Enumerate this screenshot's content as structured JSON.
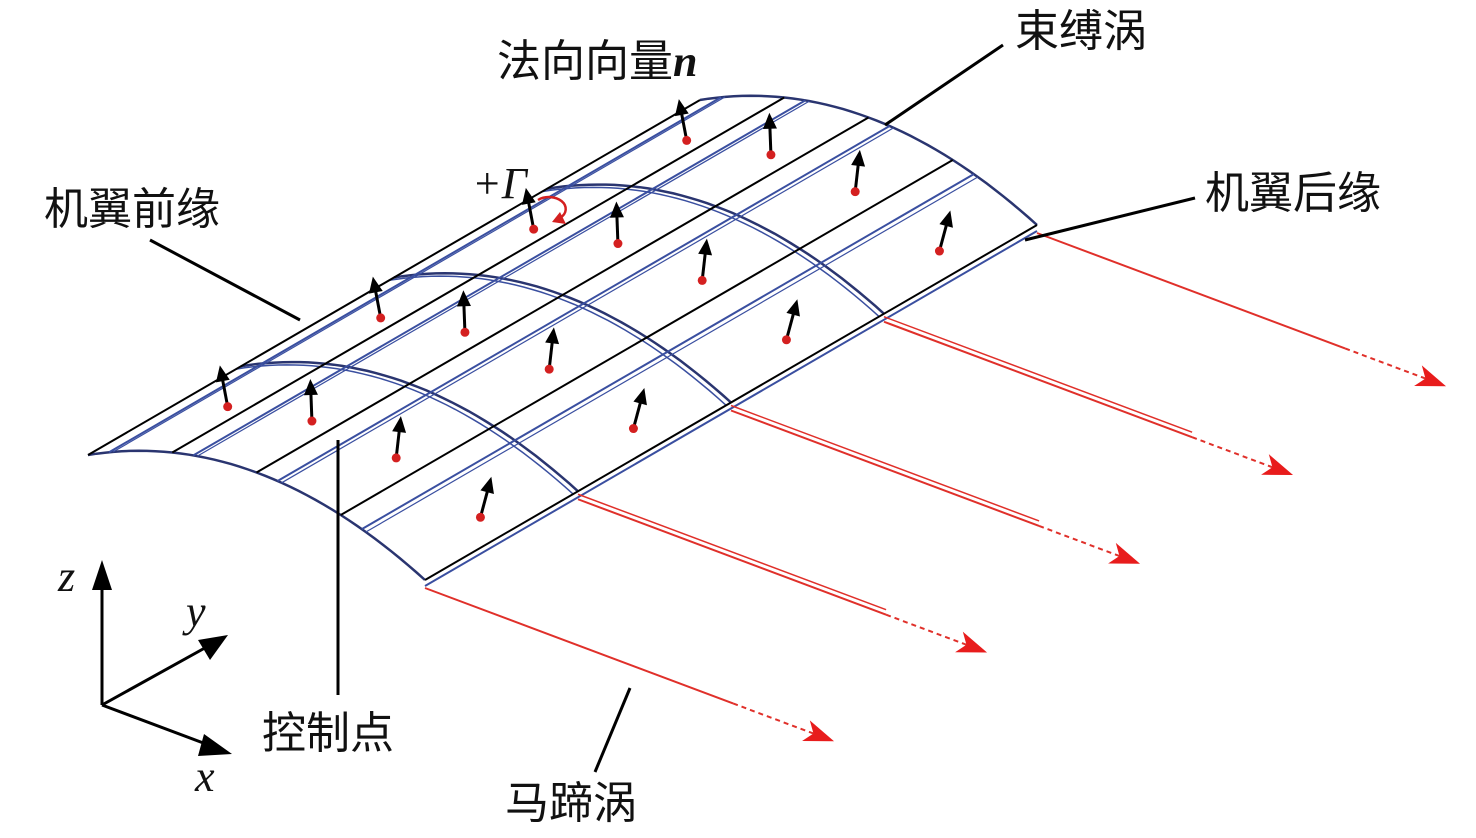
{
  "labels": {
    "normal_vector": "法向向量",
    "normal_symbol": "n",
    "bound_vortex": "束缚涡",
    "leading_edge": "机翼前缘",
    "circulation": "+Γ",
    "trailing_edge": "机翼后缘",
    "control_point": "控制点",
    "horseshoe_vortex": "马蹄涡"
  },
  "axes": {
    "x": "x",
    "y": "y",
    "z": "z"
  },
  "grid": {
    "spanwise_panels": 4,
    "chordwise_panels": 4
  },
  "colors": {
    "panel_edge": "#000000",
    "bound_vortex": "#3a4fa0",
    "control_point": "#d42020",
    "trailing_vortex": "#e0302a",
    "normal_arrow": "#000000"
  }
}
